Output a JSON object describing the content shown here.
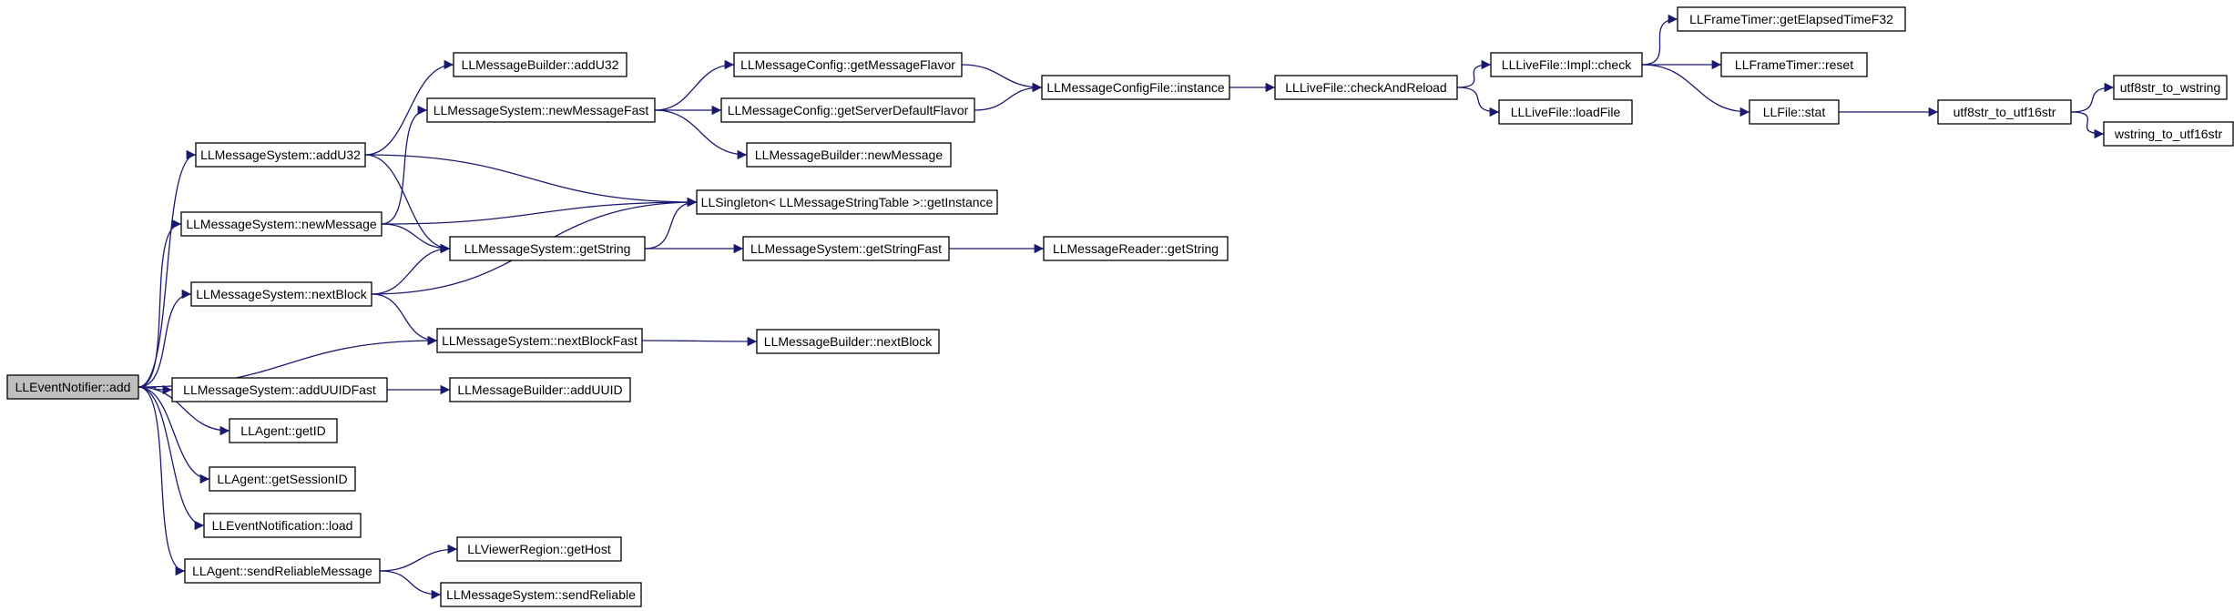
{
  "colors": {
    "edge": "#191970",
    "root_fill": "#bfbfbf",
    "node_fill": "#ffffff",
    "node_border": "#000000"
  },
  "graph": {
    "nodes": [
      {
        "id": "n0",
        "label": "LLEventNotifier::add",
        "root": true
      },
      {
        "id": "n1",
        "label": "LLMessageSystem::addU32"
      },
      {
        "id": "n2",
        "label": "LLMessageSystem::newMessage"
      },
      {
        "id": "n3",
        "label": "LLMessageSystem::nextBlock"
      },
      {
        "id": "n4",
        "label": "LLMessageSystem::nextBlockFast"
      },
      {
        "id": "n5",
        "label": "LLMessageSystem::addUUIDFast"
      },
      {
        "id": "n6",
        "label": "LLAgent::getID"
      },
      {
        "id": "n7",
        "label": "LLAgent::getSessionID"
      },
      {
        "id": "n8",
        "label": "LLEventNotification::load"
      },
      {
        "id": "n9",
        "label": "LLAgent::sendReliableMessage"
      },
      {
        "id": "n10",
        "label": "LLMessageBuilder::addU32"
      },
      {
        "id": "n11",
        "label": "LLMessageSystem::newMessageFast"
      },
      {
        "id": "n12",
        "label": "LLSingleton< LLMessageStringTable >::getInstance"
      },
      {
        "id": "n13",
        "label": "LLMessageSystem::getString"
      },
      {
        "id": "n14",
        "label": "LLMessageBuilder::addUUID"
      },
      {
        "id": "n15",
        "label": "LLViewerRegion::getHost"
      },
      {
        "id": "n16",
        "label": "LLMessageSystem::sendReliable"
      },
      {
        "id": "n17",
        "label": "LLMessageConfig::getMessageFlavor"
      },
      {
        "id": "n18",
        "label": "LLMessageConfig::getServerDefaultFlavor"
      },
      {
        "id": "n19",
        "label": "LLMessageBuilder::newMessage"
      },
      {
        "id": "n20",
        "label": "LLMessageSystem::getStringFast"
      },
      {
        "id": "n21",
        "label": "LLMessageBuilder::nextBlock"
      },
      {
        "id": "n22",
        "label": "LLMessageConfigFile::instance"
      },
      {
        "id": "n23",
        "label": "LLMessageReader::getString"
      },
      {
        "id": "n24",
        "label": "LLLiveFile::checkAndReload"
      },
      {
        "id": "n25",
        "label": "LLLiveFile::Impl::check"
      },
      {
        "id": "n26",
        "label": "LLLiveFile::loadFile"
      },
      {
        "id": "n27",
        "label": "LLFrameTimer::getElapsedTimeF32"
      },
      {
        "id": "n28",
        "label": "LLFrameTimer::reset"
      },
      {
        "id": "n29",
        "label": "LLFile::stat"
      },
      {
        "id": "n30",
        "label": "utf8str_to_utf16str"
      },
      {
        "id": "n31",
        "label": "utf8str_to_wstring"
      },
      {
        "id": "n32",
        "label": "wstring_to_utf16str"
      }
    ],
    "edges": [
      {
        "from": "n0",
        "to": "n1"
      },
      {
        "from": "n0",
        "to": "n2"
      },
      {
        "from": "n0",
        "to": "n3"
      },
      {
        "from": "n0",
        "to": "n4"
      },
      {
        "from": "n0",
        "to": "n5"
      },
      {
        "from": "n0",
        "to": "n6"
      },
      {
        "from": "n0",
        "to": "n7"
      },
      {
        "from": "n0",
        "to": "n8"
      },
      {
        "from": "n0",
        "to": "n9"
      },
      {
        "from": "n1",
        "to": "n10"
      },
      {
        "from": "n1",
        "to": "n12"
      },
      {
        "from": "n1",
        "to": "n13"
      },
      {
        "from": "n2",
        "to": "n11"
      },
      {
        "from": "n2",
        "to": "n12"
      },
      {
        "from": "n2",
        "to": "n13"
      },
      {
        "from": "n3",
        "to": "n13"
      },
      {
        "from": "n3",
        "to": "n4"
      },
      {
        "from": "n3",
        "to": "n12"
      },
      {
        "from": "n11",
        "to": "n17"
      },
      {
        "from": "n11",
        "to": "n18"
      },
      {
        "from": "n11",
        "to": "n19"
      },
      {
        "from": "n13",
        "to": "n12"
      },
      {
        "from": "n13",
        "to": "n20"
      },
      {
        "from": "n4",
        "to": "n21"
      },
      {
        "from": "n5",
        "to": "n14"
      },
      {
        "from": "n9",
        "to": "n15"
      },
      {
        "from": "n9",
        "to": "n16"
      },
      {
        "from": "n17",
        "to": "n22"
      },
      {
        "from": "n18",
        "to": "n22"
      },
      {
        "from": "n20",
        "to": "n23"
      },
      {
        "from": "n22",
        "to": "n24"
      },
      {
        "from": "n24",
        "to": "n25"
      },
      {
        "from": "n24",
        "to": "n26"
      },
      {
        "from": "n25",
        "to": "n27"
      },
      {
        "from": "n25",
        "to": "n28"
      },
      {
        "from": "n25",
        "to": "n29"
      },
      {
        "from": "n29",
        "to": "n30"
      },
      {
        "from": "n30",
        "to": "n31"
      },
      {
        "from": "n30",
        "to": "n32"
      }
    ]
  }
}
